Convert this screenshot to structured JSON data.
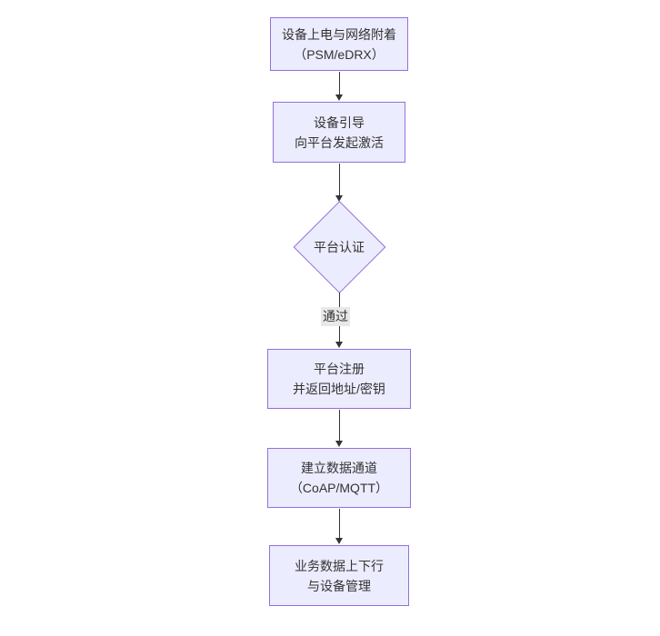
{
  "diagram": {
    "type": "flowchart-vertical",
    "colors": {
      "background": "#ffffff",
      "node_fill": "#ECECFF",
      "node_border": "#9370DB",
      "text": "#333333",
      "arrow": "#333333",
      "edge_label_bg": "#e8e8e8"
    },
    "nodes": [
      {
        "id": "power-attach",
        "shape": "rect",
        "lines": [
          "设备上电与网络附着",
          "（PSM/eDRX）"
        ]
      },
      {
        "id": "bootstrap",
        "shape": "rect",
        "lines": [
          "设备引导",
          "向平台发起激活"
        ]
      },
      {
        "id": "auth",
        "shape": "diamond",
        "lines": [
          "平台认证"
        ]
      },
      {
        "id": "register",
        "shape": "rect",
        "lines": [
          "平台注册",
          "并返回地址/密钥"
        ]
      },
      {
        "id": "channel",
        "shape": "rect",
        "lines": [
          "建立数据通道",
          "（CoAP/MQTT）"
        ]
      },
      {
        "id": "business",
        "shape": "rect",
        "lines": [
          "业务数据上下行",
          "与设备管理"
        ]
      }
    ],
    "edges": [
      {
        "from": "power-attach",
        "to": "bootstrap",
        "label": ""
      },
      {
        "from": "bootstrap",
        "to": "auth",
        "label": ""
      },
      {
        "from": "auth",
        "to": "register",
        "label": "通过"
      },
      {
        "from": "register",
        "to": "channel",
        "label": ""
      },
      {
        "from": "channel",
        "to": "business",
        "label": ""
      }
    ]
  }
}
